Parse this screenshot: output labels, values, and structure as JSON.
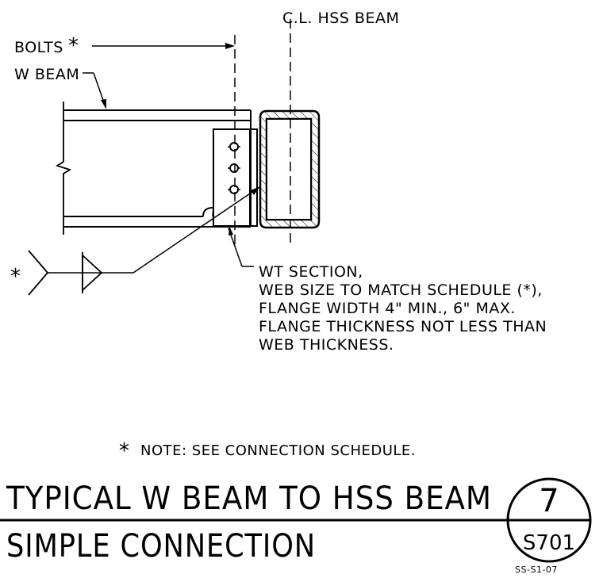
{
  "labels": {
    "cl_hss": "C.L. HSS BEAM",
    "bolts": "BOLTS",
    "w_beam": "W BEAM",
    "star": "*",
    "wt_lines": [
      "WT SECTION,",
      "WEB SIZE TO MATCH SCHEDULE (*),",
      "FLANGE WIDTH 4\" MIN., 6\" MAX.",
      "FLANGE THICKNESS NOT LESS THAN",
      "WEB THICKNESS."
    ]
  },
  "note": {
    "star": "*",
    "text": "NOTE: SEE CONNECTION SCHEDULE."
  },
  "title": {
    "line1": "TYPICAL W BEAM TO HSS BEAM",
    "line2": "SIMPLE CONNECTION"
  },
  "detail": {
    "number": "7",
    "sheet": "S701",
    "code": "SS-S1-07"
  }
}
